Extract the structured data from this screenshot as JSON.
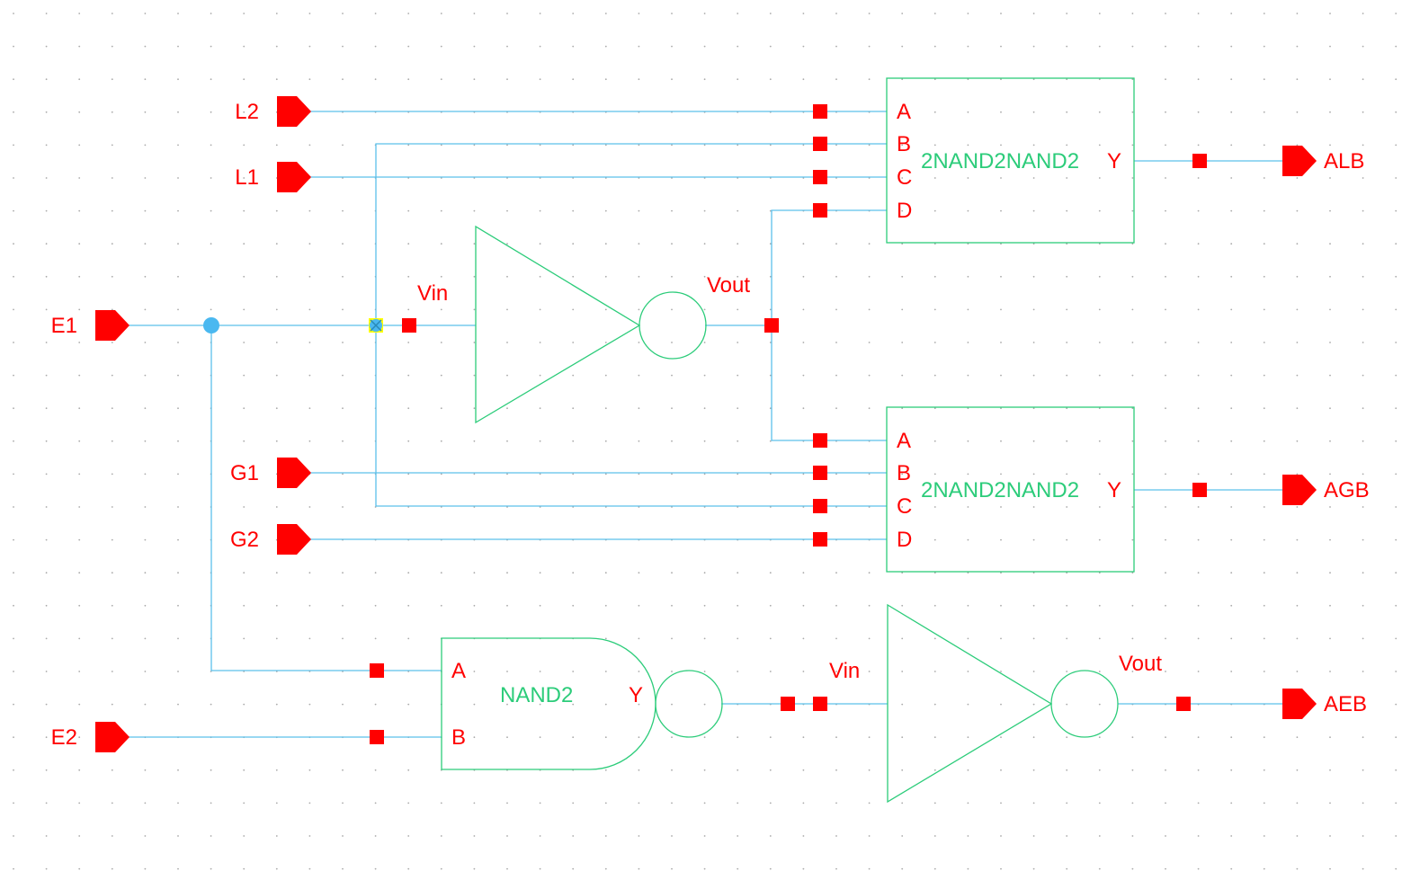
{
  "colors": {
    "background": "#ffffff",
    "grid_dot": "#aaaaaa",
    "wire": "#5cc0ea",
    "symbol": "#2ccc7a",
    "pin": "#ff0000",
    "label": "#ff0000",
    "junction": "#4ab8f0",
    "selected_junction": "#ffff00"
  },
  "ports": {
    "inputs": [
      "L2",
      "L1",
      "E1",
      "G1",
      "G2",
      "E2"
    ],
    "outputs": [
      "ALB",
      "AGB",
      "AEB"
    ]
  },
  "inverter1": {
    "in_label": "Vin",
    "out_label": "Vout"
  },
  "inverter2": {
    "in_label": "Vin",
    "out_label": "Vout"
  },
  "block1": {
    "name": "2NAND2NAND2",
    "pins": [
      "A",
      "B",
      "C",
      "D"
    ],
    "out_pin": "Y"
  },
  "block2": {
    "name": "2NAND2NAND2",
    "pins": [
      "A",
      "B",
      "C",
      "D"
    ],
    "out_pin": "Y"
  },
  "nand": {
    "name": "NAND2",
    "pin_a": "A",
    "pin_b": "B",
    "out_pin": "Y"
  }
}
